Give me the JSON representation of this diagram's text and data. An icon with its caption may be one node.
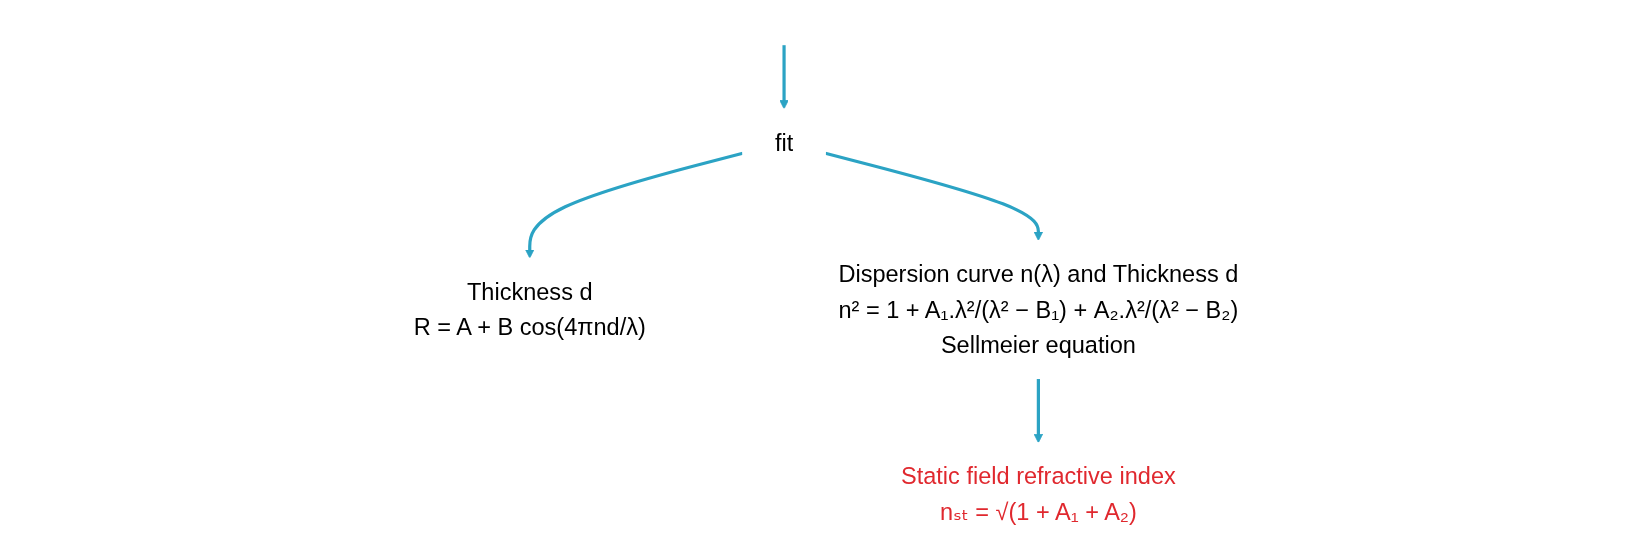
{
  "diagram": {
    "nodes": [
      {
        "text": [
          "fit"
        ]
      },
      {
        "text": [
          "Thickness d",
          "R = A + B cos(4πnd/λ)"
        ]
      },
      {
        "text": [
          "Dispersion curve n(λ) and Thickness d",
          "n² = 1 + A₁.λ²/(λ² − B₁) + A₂.λ²/(λ² − B₂)",
          "Sellmeier equation"
        ]
      },
      {
        "text": [
          "Static field refractive index",
          "nₛₜ = √(1 + A₁ + A₂)"
        ]
      }
    ],
    "edges": [
      {
        "from": null,
        "to": 0,
        "arrow": "to"
      },
      {
        "from": 0,
        "to": 1,
        "arrow": "to"
      },
      {
        "from": 0,
        "to": 2,
        "arrow": "to"
      },
      {
        "from": 2,
        "to": 3,
        "arrow": "to"
      }
    ]
  }
}
